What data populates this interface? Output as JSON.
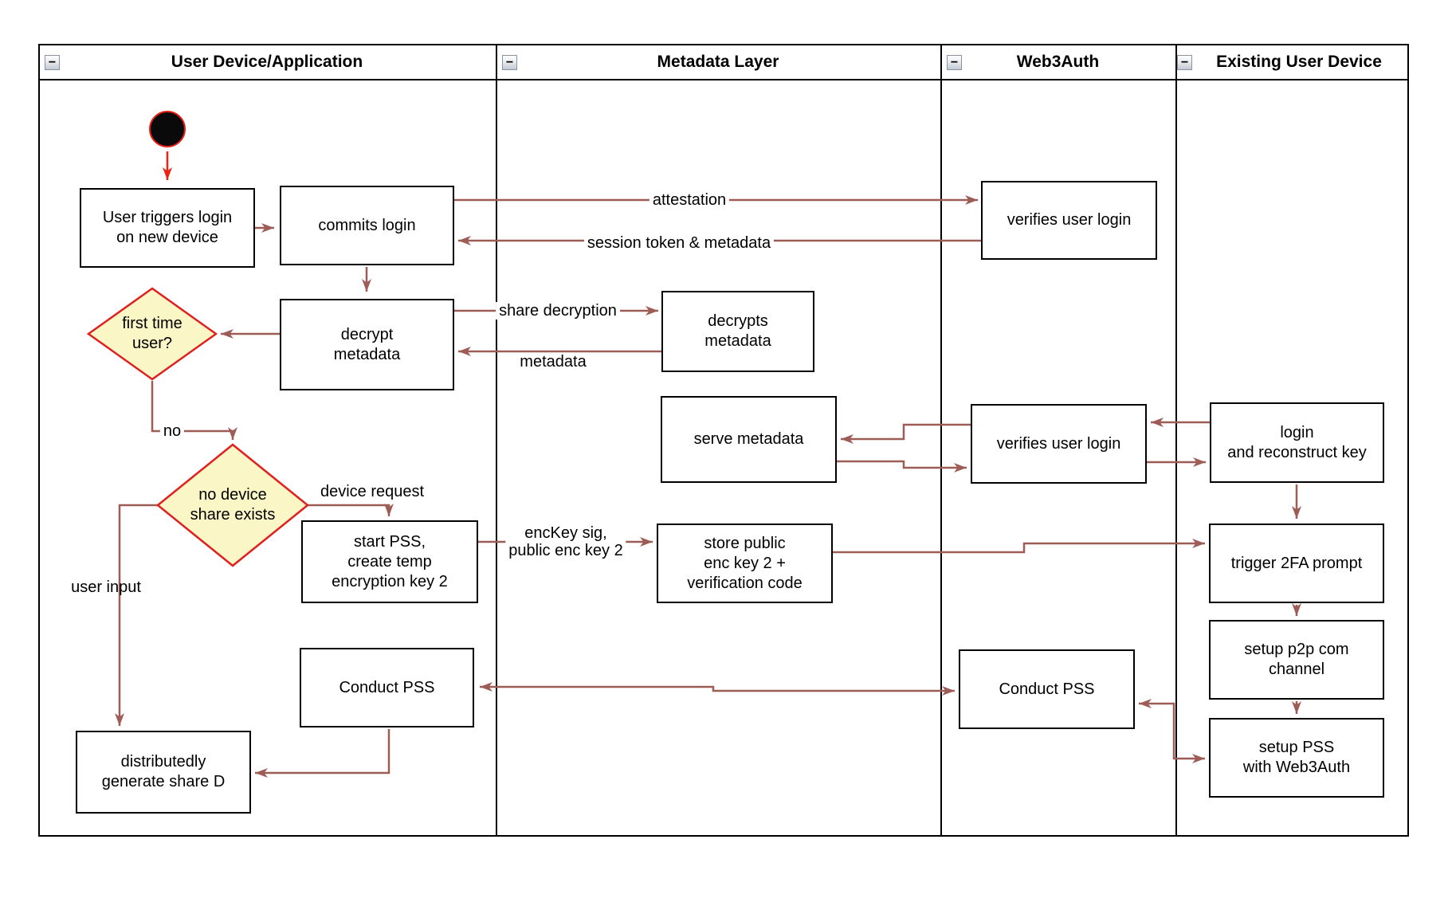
{
  "ui": {
    "collapse_glyph": "−"
  },
  "colors": {
    "arrow": "#9E5C57",
    "start_arrow": "#EE2211",
    "diamond_fill": "#FAF6C5",
    "diamond_border": "#E01F1F",
    "node_border": "#000000",
    "node_fill": "#FFFFFF",
    "lane_border": "#000000",
    "start_node_fill": "#0A0A0A",
    "start_node_border": "#E52017"
  },
  "lanes": [
    {
      "title": "User Device/Application"
    },
    {
      "title": "Metadata Layer"
    },
    {
      "title": "Web3Auth"
    },
    {
      "title": "Existing User Device"
    }
  ],
  "nodes": {
    "user_triggers": {
      "lines": [
        "User triggers login",
        "on new device"
      ]
    },
    "commits_login": {
      "lines": [
        "commits login"
      ]
    },
    "decrypt_metadata": {
      "lines": [
        "decrypt",
        "metadata"
      ]
    },
    "first_time_user": {
      "lines": [
        "first time",
        "user?"
      ]
    },
    "no_device_share": {
      "lines": [
        "no device",
        "share exists"
      ]
    },
    "start_pss": {
      "lines": [
        "start PSS,",
        "create temp",
        "encryption key 2"
      ]
    },
    "conduct_pss_user": {
      "lines": [
        "Conduct PSS"
      ]
    },
    "distributedly": {
      "lines": [
        "distributedly",
        "generate share D"
      ]
    },
    "decrypts_metadata": {
      "lines": [
        "decrypts",
        "metadata"
      ]
    },
    "serve_metadata": {
      "lines": [
        "serve metadata"
      ]
    },
    "store_public": {
      "lines": [
        "store public",
        "enc key 2 +",
        "verification code"
      ]
    },
    "verifies_login_top": {
      "lines": [
        "verifies user login"
      ]
    },
    "verifies_login_mid": {
      "lines": [
        "verifies user login"
      ]
    },
    "conduct_pss_web3": {
      "lines": [
        "Conduct PSS"
      ]
    },
    "login_reconstruct": {
      "lines": [
        "login",
        "and reconstruct key"
      ]
    },
    "trigger_2fa": {
      "lines": [
        "trigger 2FA prompt"
      ]
    },
    "setup_p2p": {
      "lines": [
        "setup p2p com",
        "channel"
      ]
    },
    "setup_pss": {
      "lines": [
        "setup PSS",
        "with Web3Auth"
      ]
    }
  },
  "edge_labels": {
    "attestation": "attestation",
    "session_token": "session token & metadata",
    "share_decryption": "share decryption",
    "metadata": "metadata",
    "no": "no",
    "device_request": "device request",
    "user_input": "user input",
    "enckey": {
      "lines": [
        "encKey sig,",
        "public enc key 2"
      ]
    }
  }
}
